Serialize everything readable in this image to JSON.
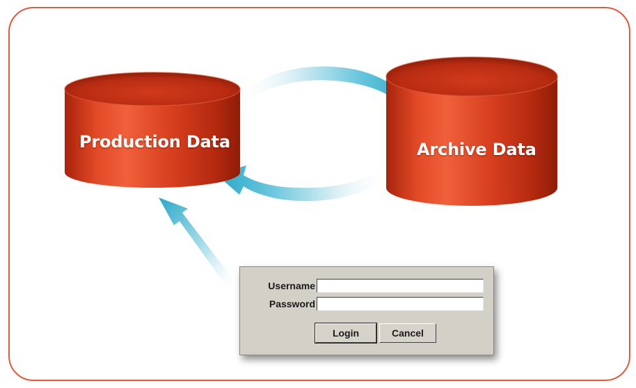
{
  "databases": {
    "production": {
      "label": "Production Data"
    },
    "archive": {
      "label": "Archive Data"
    }
  },
  "login_dialog": {
    "username_label": "Username",
    "password_label": "Password",
    "username_value": "",
    "password_value": "",
    "login_button": "Login",
    "cancel_button": "Cancel"
  },
  "colors": {
    "frame_border": "#e1573c",
    "cylinder_red": "#d63a1e",
    "arrow_cyan": "#3fb7d0",
    "dialog_bg": "#d3d0c8"
  }
}
